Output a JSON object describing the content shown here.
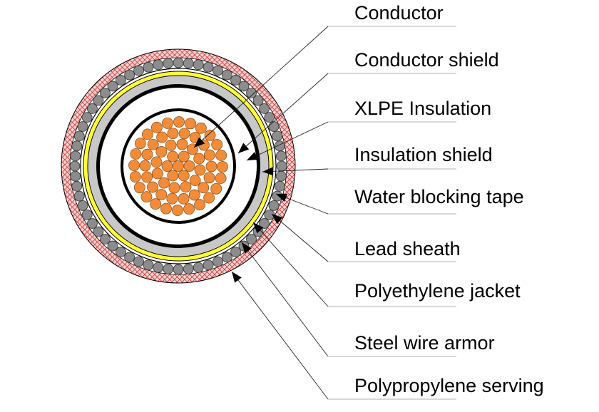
{
  "layers": [
    {
      "id": "conductor",
      "label": "Conductor"
    },
    {
      "id": "conductor-shield",
      "label": "Conductor shield"
    },
    {
      "id": "xlpe-insulation",
      "label": "XLPE Insulation"
    },
    {
      "id": "insulation-shield",
      "label": "Insulation shield"
    },
    {
      "id": "water-blocking-tape",
      "label": "Water blocking tape"
    },
    {
      "id": "lead-sheath",
      "label": "Lead sheath"
    },
    {
      "id": "polyethylene-jacket",
      "label": "Polyethylene jacket"
    },
    {
      "id": "steel-wire-armor",
      "label": "Steel wire armor"
    },
    {
      "id": "polypropylene-serving",
      "label": "Polypropylene serving"
    }
  ],
  "colors": {
    "conductor_strand": "#f28c38",
    "conductor_shield": "#000000",
    "xlpe_insulation": "#ffffff",
    "insulation_shield": "#000000",
    "water_blocking_tape": "#c8c8c8",
    "lead_sheath": "#ffff33",
    "polyethylene_jacket": "#ffffff",
    "steel_wire": "#8c8c8c",
    "polypropylene_serving": "#f2b8b8",
    "serving_hatch": "#d04040"
  }
}
